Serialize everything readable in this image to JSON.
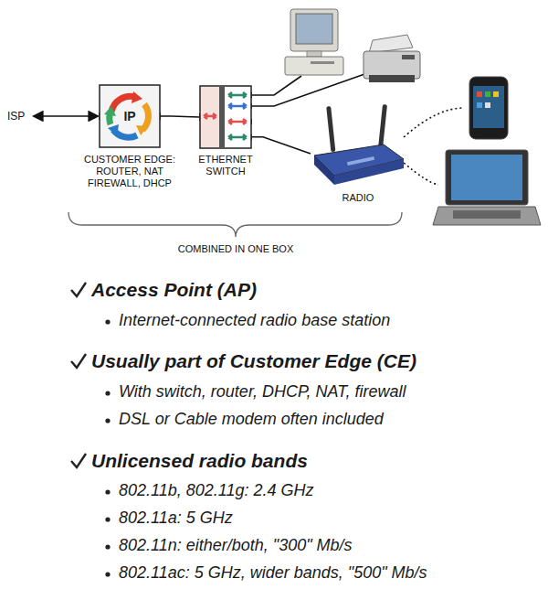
{
  "diagram": {
    "nodes": [
      {
        "text": [
          "IP",
          "CUSTOMER EDGE: ROUTER, NAT FIREWALL, DHCP"
        ]
      },
      {
        "text": [
          "ETHERNET SWITCH"
        ]
      },
      {
        "text": [
          "RADIO"
        ]
      }
    ],
    "edges": [
      {
        "from": 0,
        "to": 1,
        "arrow": "none"
      },
      {
        "from": 1,
        "to": 2,
        "arrow": "none"
      }
    ],
    "labels": [
      "ISP",
      "COMBINED IN ONE BOX",
      "Access Point (AP)",
      "Internet-connected radio base station",
      "Usually part of Customer Edge (CE)",
      "With switch, router, DHCP, NAT, firewall",
      "DSL or Cable modem often included",
      "Unlicensed radio bands",
      "802.11b, 802.11g: 2.4 GHz",
      "802.11a: 5 GHz",
      "802.11n: either/both, \"300\" Mb/s",
      "802.11ac: 5 GHz, wider bands, \"500\" Mb/s"
    ]
  }
}
